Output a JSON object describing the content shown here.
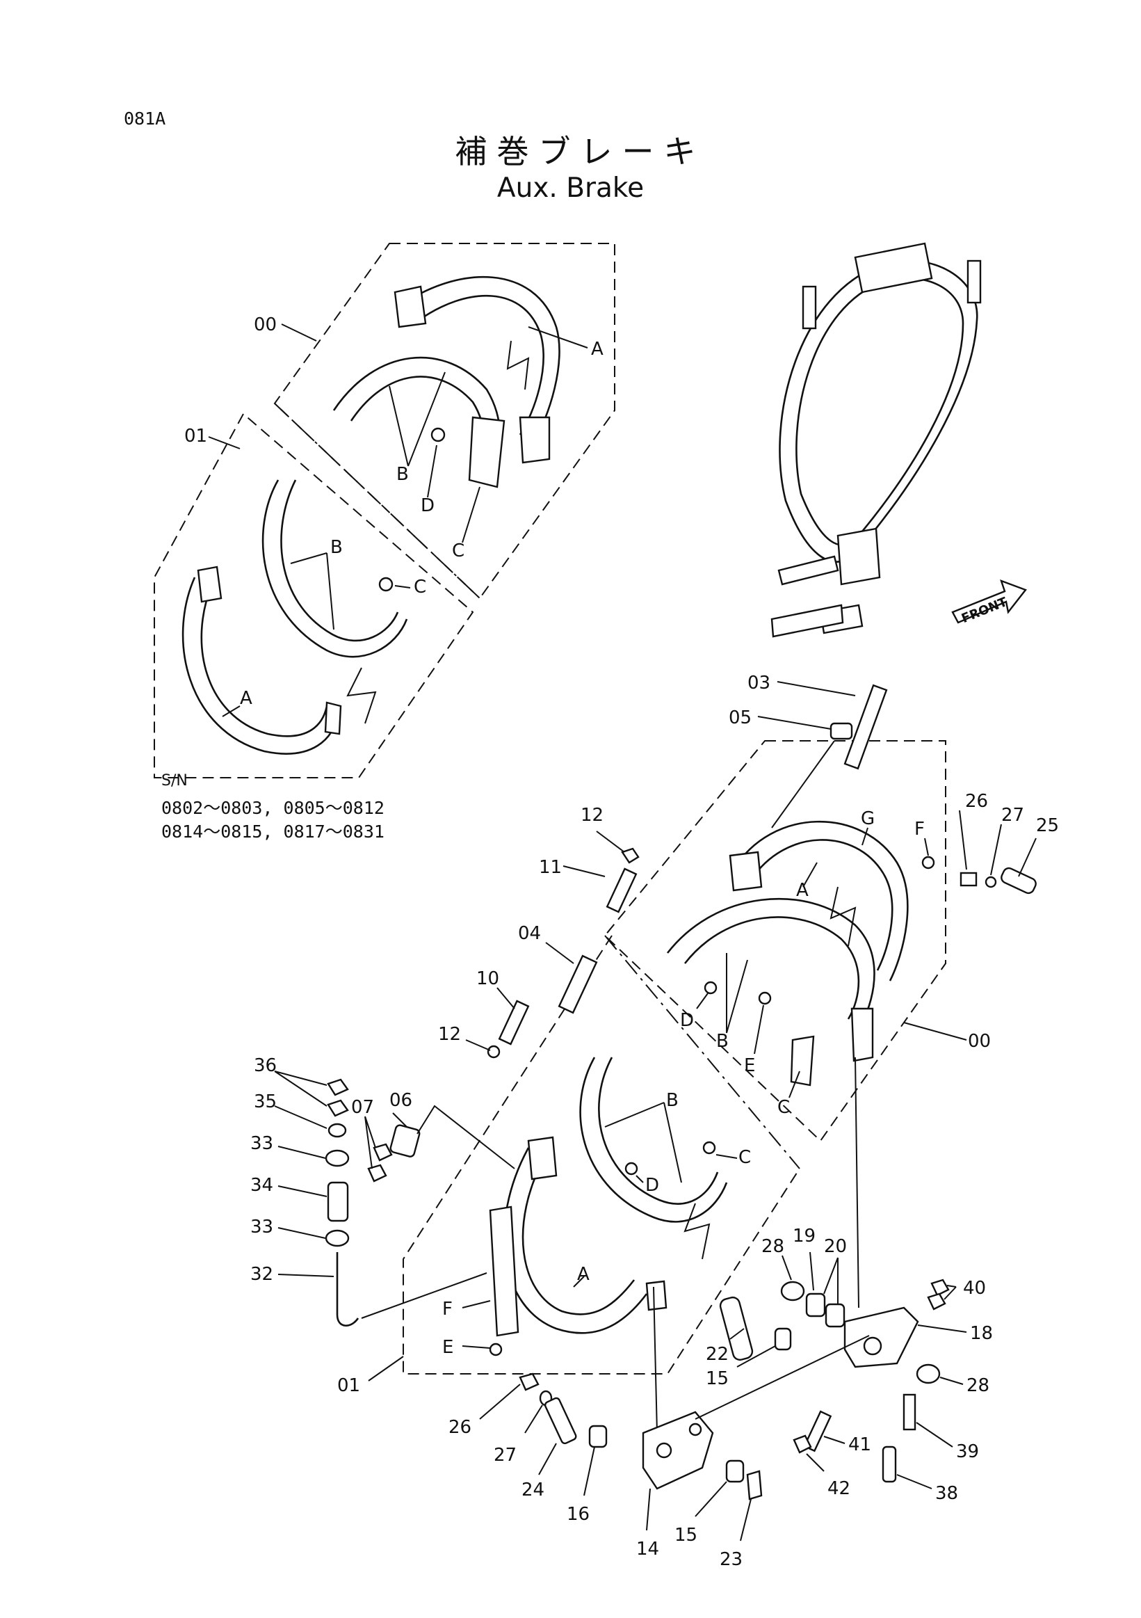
{
  "page_code": "081A",
  "title_jp": "補巻ブレーキ",
  "title_en": "Aux. Brake",
  "serial": {
    "label": "S/N",
    "line1": "0802～0803, 0805～0812",
    "line2": "0814～0815, 0817～0831"
  },
  "front_label": "FRONT",
  "callouts": {
    "top_00": "00",
    "top_01": "01",
    "top_A1": "A",
    "top_B1": "B",
    "top_D1": "D",
    "top_C1": "C",
    "top_B2": "B",
    "top_C2": "C",
    "top_A2": "A",
    "p03": "03",
    "p05": "05",
    "pG": "G",
    "pF1": "F",
    "p26a": "26",
    "p27a": "27",
    "p25": "25",
    "p12a": "12",
    "p11": "11",
    "pA3": "A",
    "p04": "04",
    "p10": "10",
    "p12b": "12",
    "pD2": "D",
    "pB3": "B",
    "pE1": "E",
    "pC3": "C",
    "p00b": "00",
    "p36": "36",
    "p35": "35",
    "p06": "06",
    "p07": "07",
    "p33a": "33",
    "p34": "34",
    "p33b": "33",
    "p32": "32",
    "pB4": "B",
    "pC4": "C",
    "pD3": "D",
    "pA4": "A",
    "pF2": "F",
    "pE2": "E",
    "p01b": "01",
    "p28a": "28",
    "p19": "19",
    "p20": "20",
    "p40": "40",
    "p18": "18",
    "p22": "22",
    "p15a": "15",
    "p28b": "28",
    "p26b": "26",
    "p27b": "27",
    "p24": "24",
    "p16": "16",
    "p14": "14",
    "p15b": "15",
    "p23": "23",
    "p41": "41",
    "p42": "42",
    "p39": "39",
    "p38": "38"
  }
}
